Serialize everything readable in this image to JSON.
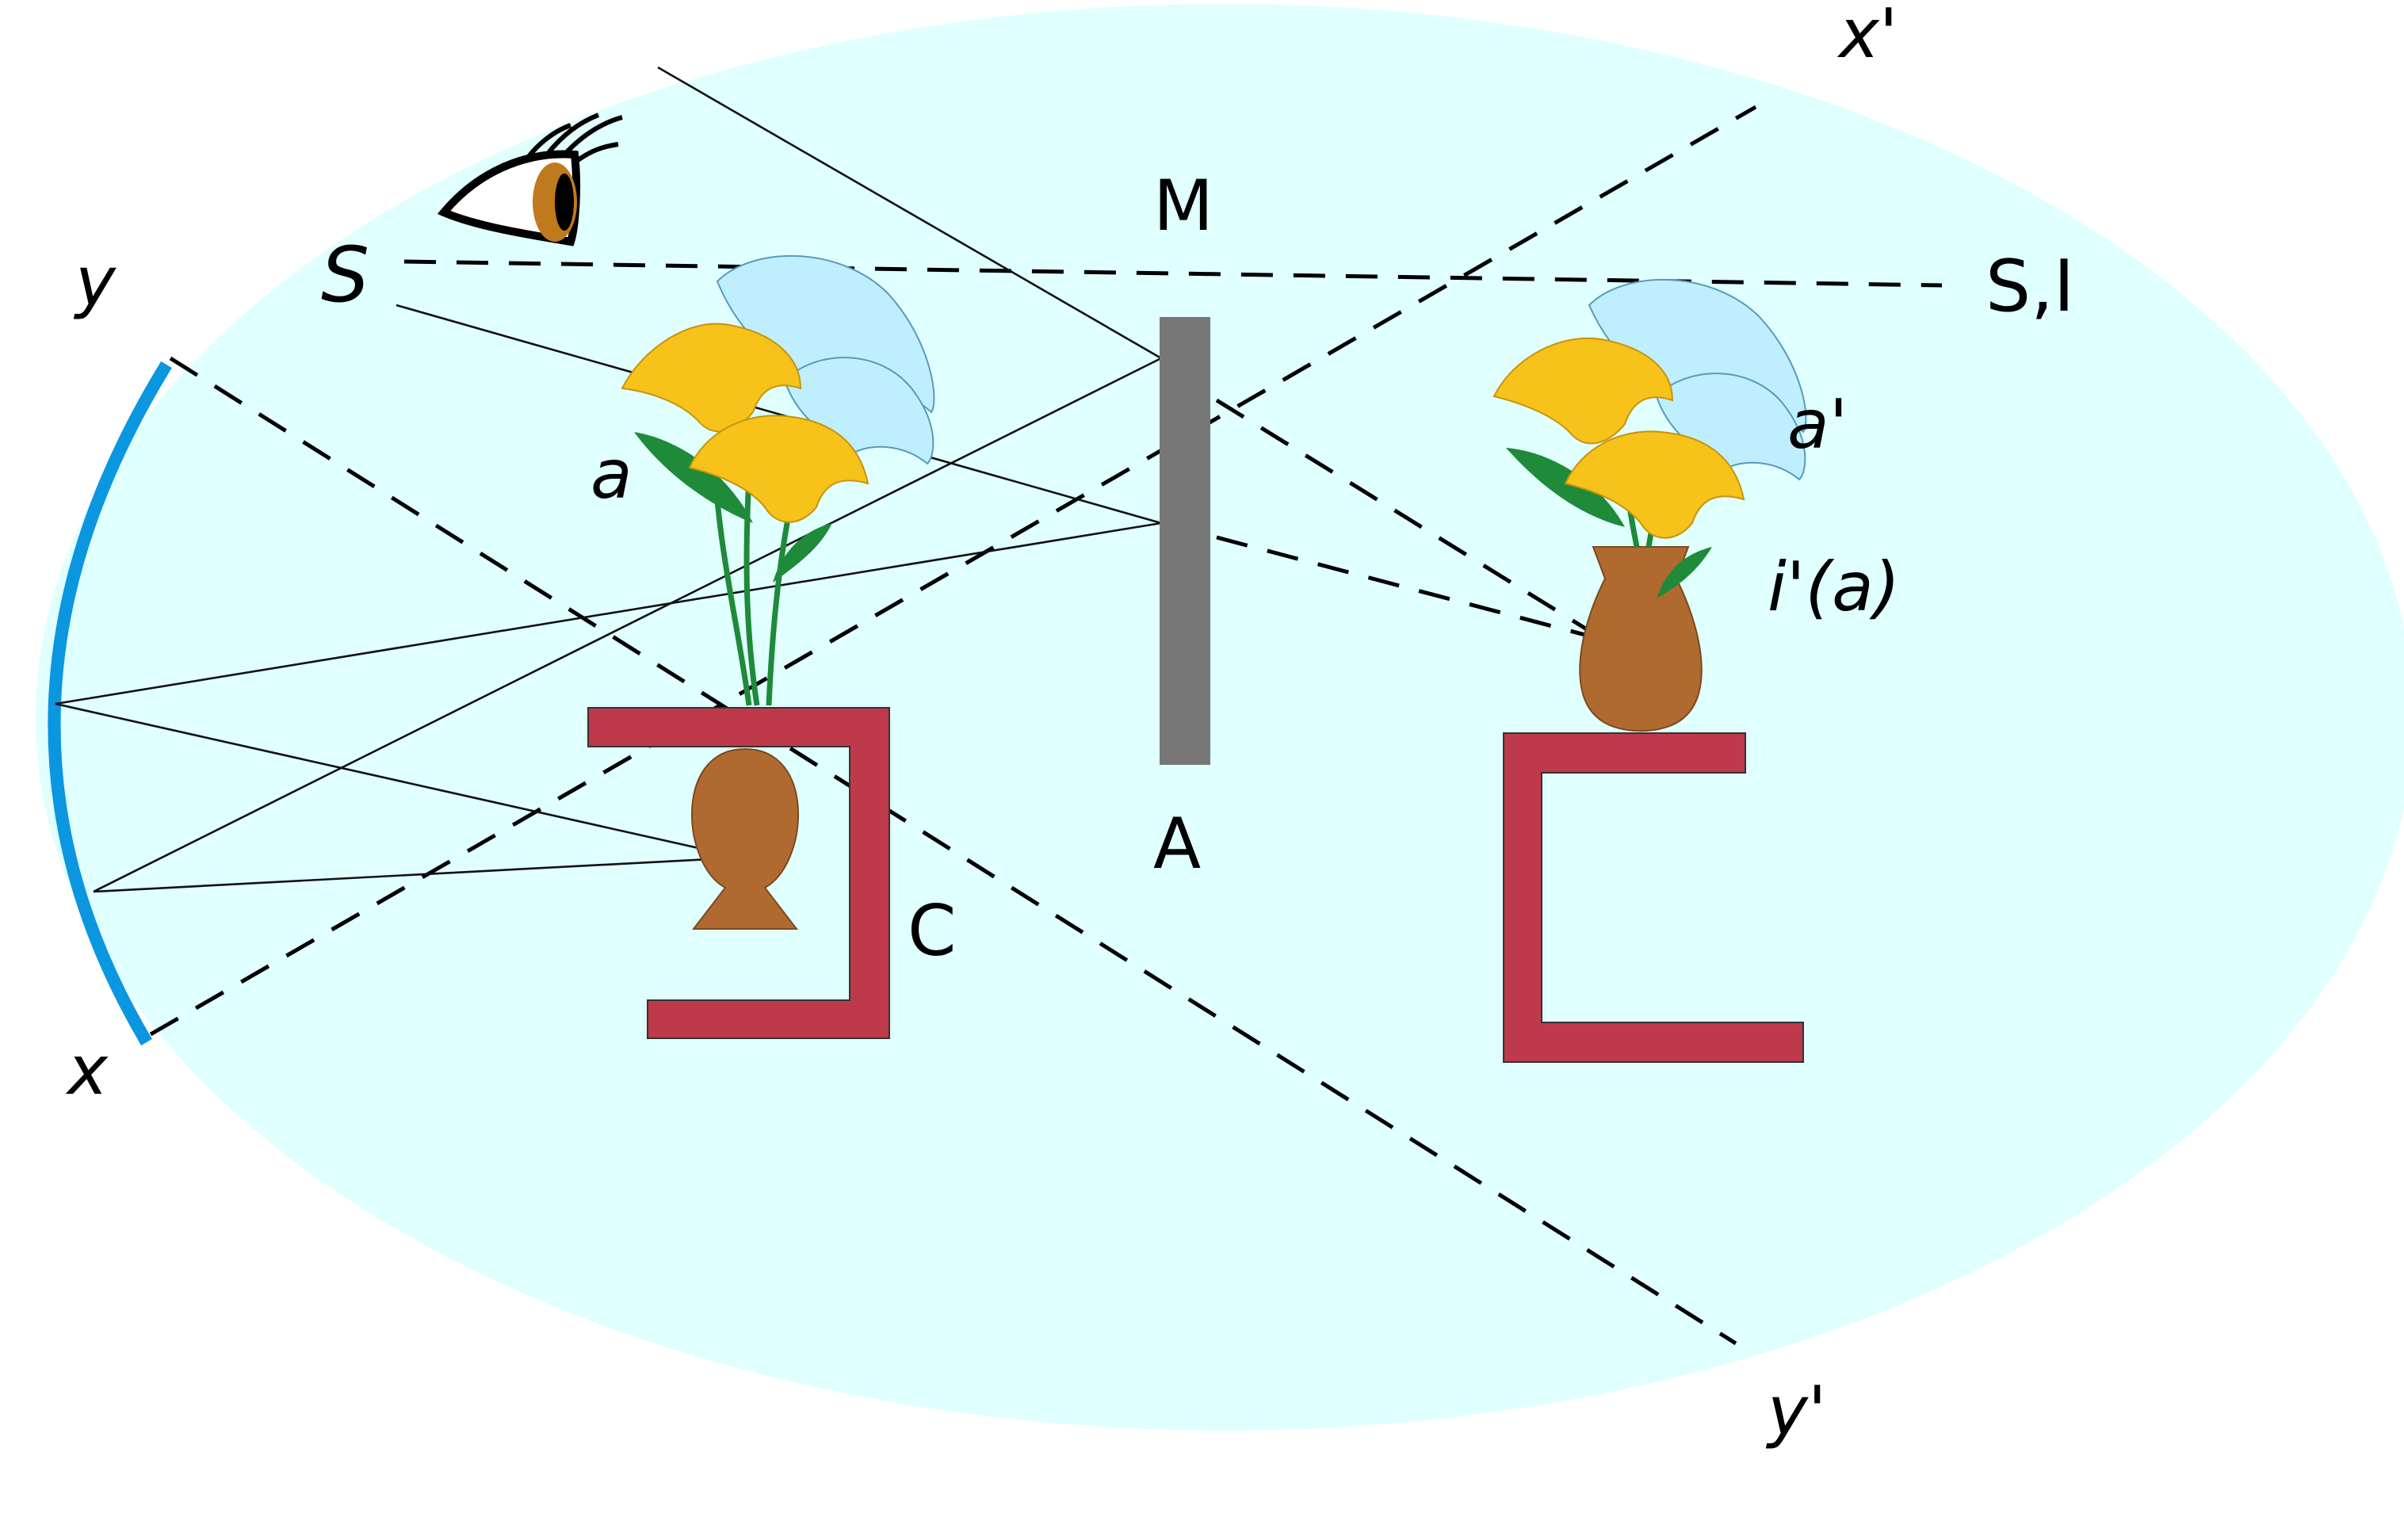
{
  "labels": {
    "x_prime": "x'",
    "y_prime": "y'",
    "y": "y",
    "x": "x",
    "s_left": "S",
    "s_right": "S,I",
    "m": "M",
    "a_obj": "a",
    "a_prime": "a'",
    "i_prime_a": "i'(a)",
    "mirror_a": "A",
    "c": "C"
  },
  "colors": {
    "background_ellipse": "#e0ffff",
    "concave_mirror": "#0b96e0",
    "plane_screen": "#777777",
    "box": "#be3a4a",
    "vase": "#b06a30",
    "leaf": "#1e8a3a",
    "petal_yellow": "#f7c21a",
    "petal_blue": "#bfeeff",
    "eye_iris": "#c07a1e"
  }
}
